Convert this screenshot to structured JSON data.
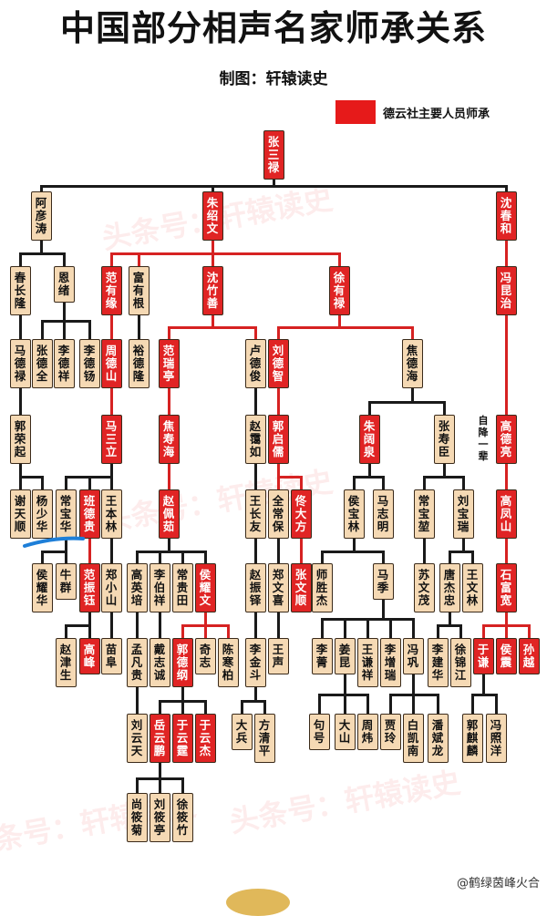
{
  "title": "中国部分相声名家师承关系",
  "author": "制图：轩辕读史",
  "legend": "德云社主要人员师承",
  "note": "自降一辈",
  "footer": "@鹤绿茵峰火合",
  "watermarks": [
    "头条号：轩辕读史",
    "头条号：轩辕读史",
    "头条号：轩辕读史",
    "头条号：轩辕读史"
  ],
  "colors": {
    "red": "#e02424",
    "tan": "#f5d9b4",
    "line": "#1a1a1a"
  },
  "nodes": [
    {
      "id": "zhangsanlu",
      "name": "张三禄",
      "red": true
    },
    {
      "id": "ayantao",
      "name": "阿彦涛",
      "red": false
    },
    {
      "id": "zhushaowen",
      "name": "朱绍文",
      "red": true
    },
    {
      "id": "shenchunhe",
      "name": "沈春和",
      "red": true
    },
    {
      "id": "chunchanglong",
      "name": "春长隆",
      "red": false
    },
    {
      "id": "enxu",
      "name": "恩绪",
      "red": false
    },
    {
      "id": "fanyouyuan",
      "name": "范有缘",
      "red": true
    },
    {
      "id": "fuyougen",
      "name": "富有根",
      "red": false
    },
    {
      "id": "shenzhushan",
      "name": "沈竹善",
      "red": true
    },
    {
      "id": "xuyoulu",
      "name": "徐有禄",
      "red": true
    },
    {
      "id": "fengkunzhi",
      "name": "冯昆治",
      "red": true
    },
    {
      "id": "madelu",
      "name": "马德禄",
      "red": false
    },
    {
      "id": "zhangdequan",
      "name": "张德全",
      "red": false
    },
    {
      "id": "lidexiang",
      "name": "李德祥",
      "red": false
    },
    {
      "id": "lideyang",
      "name": "李德钖",
      "red": false
    },
    {
      "id": "zhoudeshan",
      "name": "周德山",
      "red": true
    },
    {
      "id": "yudelong",
      "name": "裕德隆",
      "red": false
    },
    {
      "id": "fanruiting",
      "name": "范瑞亭",
      "red": true
    },
    {
      "id": "ludejun",
      "name": "卢德俊",
      "red": false
    },
    {
      "id": "liudezhi",
      "name": "刘德智",
      "red": true
    },
    {
      "id": "jiaodehai",
      "name": "焦德海",
      "red": false
    },
    {
      "id": "guorongqi",
      "name": "郭荣起",
      "red": false
    },
    {
      "id": "masanli",
      "name": "马三立",
      "red": true
    },
    {
      "id": "jiaoshouhai",
      "name": "焦寿海",
      "red": true
    },
    {
      "id": "zhaoairu",
      "name": "赵霭如",
      "red": false
    },
    {
      "id": "guoqiru",
      "name": "郭启儒",
      "red": true
    },
    {
      "id": "zhukuoquan",
      "name": "朱阔泉",
      "red": true
    },
    {
      "id": "zhangshouchen",
      "name": "张寿臣",
      "red": false
    },
    {
      "id": "gaodeliang",
      "name": "高德亮",
      "red": true
    },
    {
      "id": "xietianshun",
      "name": "谢天顺",
      "red": false
    },
    {
      "id": "yangshaohua",
      "name": "杨少华",
      "red": false
    },
    {
      "id": "changbaohua",
      "name": "常宝华",
      "red": false
    },
    {
      "id": "bandegui",
      "name": "班德贵",
      "red": true
    },
    {
      "id": "wangbenlin",
      "name": "王本林",
      "red": false
    },
    {
      "id": "zhaopeiru",
      "name": "赵佩茹",
      "red": true
    },
    {
      "id": "wangchangyou",
      "name": "王长友",
      "red": false
    },
    {
      "id": "quanchangbao",
      "name": "全常保",
      "red": false
    },
    {
      "id": "tongdafang",
      "name": "佟大方",
      "red": true
    },
    {
      "id": "houbaolin",
      "name": "侯宝林",
      "red": false
    },
    {
      "id": "mazhiming",
      "name": "马志明",
      "red": false
    },
    {
      "id": "changbaokun",
      "name": "常宝堃",
      "red": false
    },
    {
      "id": "liubaorui",
      "name": "刘宝瑞",
      "red": false
    },
    {
      "id": "gaofengshan",
      "name": "高凤山",
      "red": true
    },
    {
      "id": "houyaohua",
      "name": "侯耀华",
      "red": false
    },
    {
      "id": "niuqun",
      "name": "牛群",
      "red": false
    },
    {
      "id": "fanzhenyu",
      "name": "范振钰",
      "red": true
    },
    {
      "id": "zhengxiaoshan",
      "name": "郑小山",
      "red": false
    },
    {
      "id": "gaoyingpei",
      "name": "高英培",
      "red": false
    },
    {
      "id": "libaixiang",
      "name": "李伯祥",
      "red": false
    },
    {
      "id": "changguitian",
      "name": "常贵田",
      "red": false
    },
    {
      "id": "houyaowen",
      "name": "侯耀文",
      "red": true
    },
    {
      "id": "zhaozhenduo",
      "name": "赵振铎",
      "red": false
    },
    {
      "id": "zhengwenxi",
      "name": "郑文喜",
      "red": false
    },
    {
      "id": "zhangwenshun",
      "name": "张文顺",
      "red": true
    },
    {
      "id": "shishengjie",
      "name": "师胜杰",
      "red": false
    },
    {
      "id": "maji",
      "name": "马季",
      "red": false
    },
    {
      "id": "suwenmao",
      "name": "苏文茂",
      "red": false
    },
    {
      "id": "tangjiezhong",
      "name": "唐杰忠",
      "red": false
    },
    {
      "id": "wangwenlin",
      "name": "王文林",
      "red": false
    },
    {
      "id": "shifuhuan",
      "name": "石富宽",
      "red": true
    },
    {
      "id": "zhaojinsheng",
      "name": "赵津生",
      "red": false
    },
    {
      "id": "gaofeng",
      "name": "高峰",
      "red": true
    },
    {
      "id": "miaofu",
      "name": "苗阜",
      "red": false
    },
    {
      "id": "mengfangui",
      "name": "孟凡贵",
      "red": false
    },
    {
      "id": "daizhicheng",
      "name": "戴志诚",
      "red": false
    },
    {
      "id": "guodegang",
      "name": "郭德纲",
      "red": true
    },
    {
      "id": "qizhi",
      "name": "奇志",
      "red": false
    },
    {
      "id": "chenhanbo",
      "name": "陈寒柏",
      "red": false
    },
    {
      "id": "lijindou",
      "name": "李金斗",
      "red": false
    },
    {
      "id": "wangsheng",
      "name": "王声",
      "red": false
    },
    {
      "id": "liqing",
      "name": "李菁",
      "red": false
    },
    {
      "id": "jiangkun",
      "name": "姜昆",
      "red": false
    },
    {
      "id": "wangqianxiang",
      "name": "王谦祥",
      "red": false
    },
    {
      "id": "lizengrui",
      "name": "李增瑞",
      "red": false
    },
    {
      "id": "fenggong",
      "name": "冯巩",
      "red": false
    },
    {
      "id": "lijianhua",
      "name": "李建华",
      "red": false
    },
    {
      "id": "xujinjiang",
      "name": "徐锦江",
      "red": false
    },
    {
      "id": "yuqian",
      "name": "于谦",
      "red": true
    },
    {
      "id": "houzhen",
      "name": "侯震",
      "red": true
    },
    {
      "id": "suncuo",
      "name": "孙越",
      "red": true
    },
    {
      "id": "liuyuntian",
      "name": "刘云天",
      "red": false
    },
    {
      "id": "yueyunpeng",
      "name": "岳云鹏",
      "red": true
    },
    {
      "id": "yuyunting",
      "name": "于云霆",
      "red": true
    },
    {
      "id": "yuyunjie",
      "name": "于云杰",
      "red": true
    },
    {
      "id": "dabing",
      "name": "大兵",
      "red": false
    },
    {
      "id": "fangqingping",
      "name": "方清平",
      "red": false
    },
    {
      "id": "juhao",
      "name": "句号",
      "red": false
    },
    {
      "id": "dashan",
      "name": "大山",
      "red": false
    },
    {
      "id": "zhouwei",
      "name": "周炜",
      "red": false
    },
    {
      "id": "jialing",
      "name": "贾玲",
      "red": false
    },
    {
      "id": "baikainan",
      "name": "白凯南",
      "red": false
    },
    {
      "id": "panbinlong",
      "name": "潘斌龙",
      "red": false
    },
    {
      "id": "guoqilin",
      "name": "郭麒麟",
      "red": false
    },
    {
      "id": "fengzhaoyang",
      "name": "冯照洋",
      "red": false
    },
    {
      "id": "shangxiaoju",
      "name": "尚筱菊",
      "red": false
    },
    {
      "id": "liuxiaoting",
      "name": "刘筱亭",
      "red": false
    },
    {
      "id": "xuxiaozhu",
      "name": "徐筱竹",
      "red": false
    }
  ]
}
